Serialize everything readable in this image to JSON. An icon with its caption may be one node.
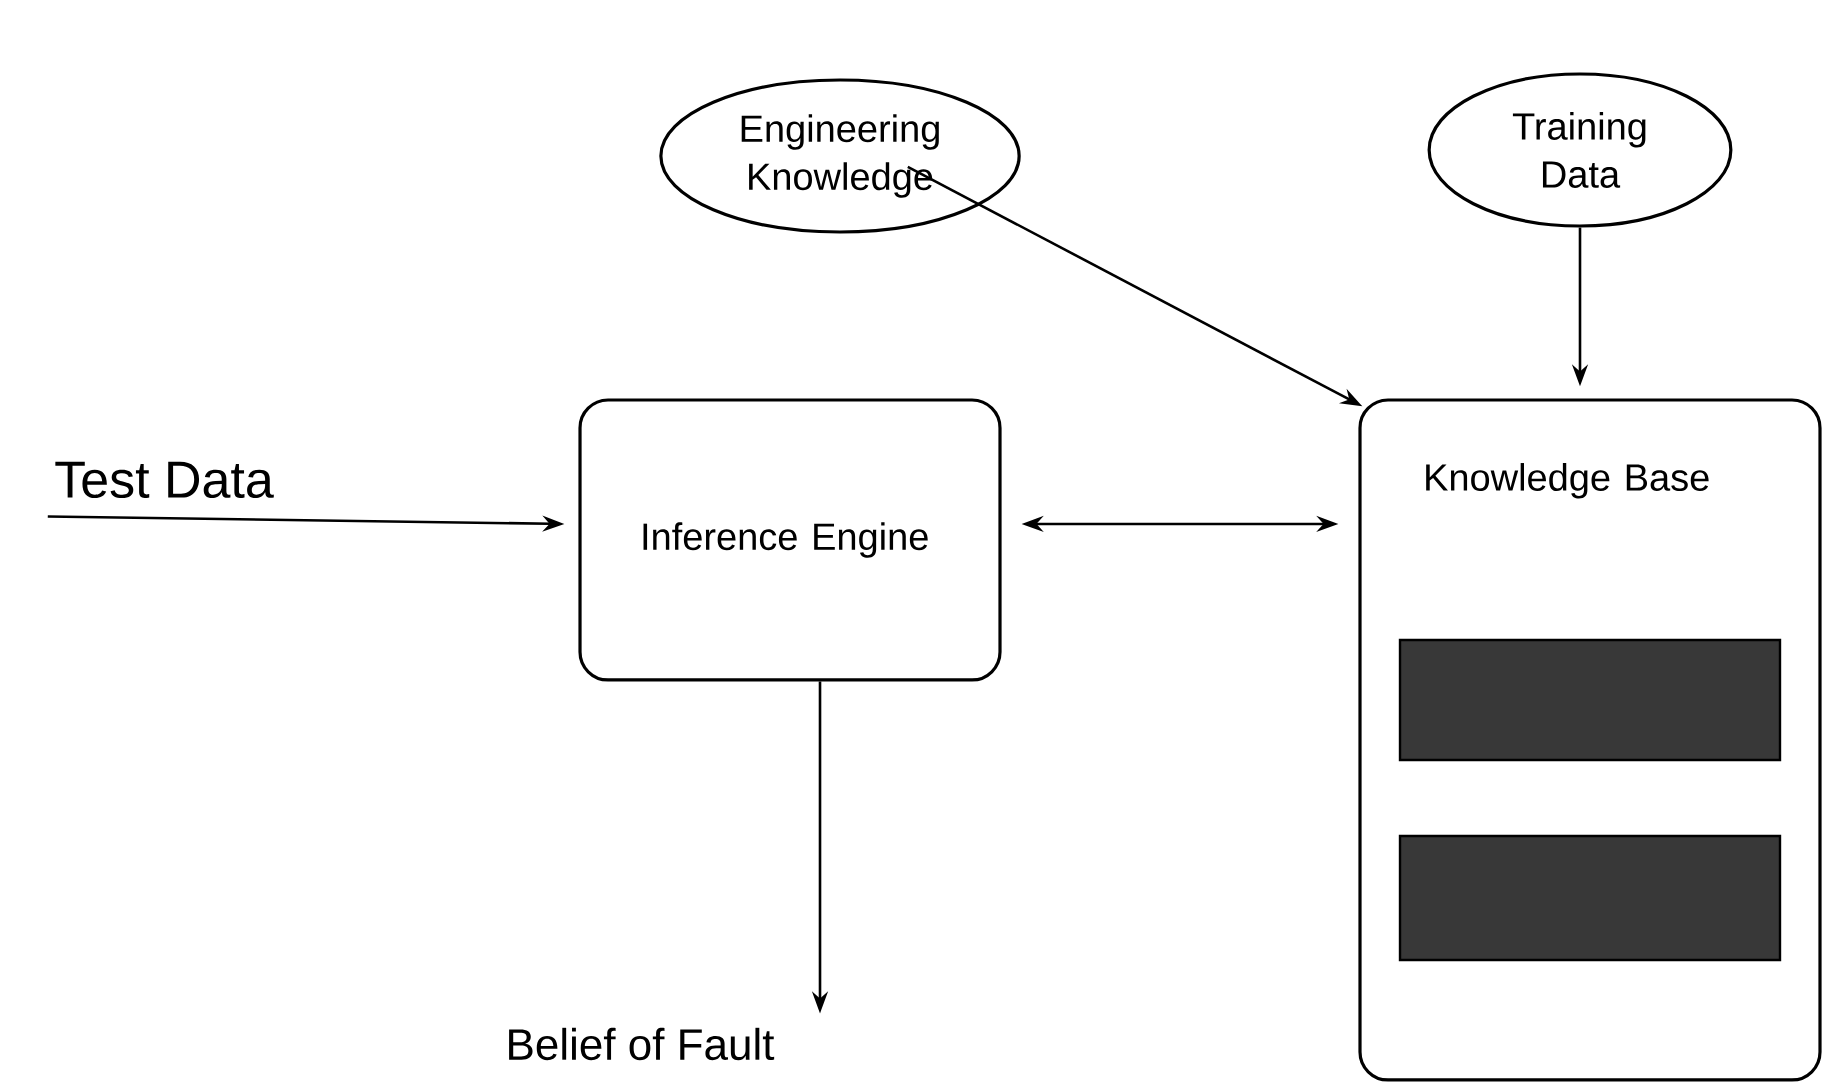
{
  "diagram": {
    "nodes": [
      {
        "text": [
          "Engineering Knowledge"
        ]
      },
      {
        "text": [
          "Training Data"
        ]
      },
      {
        "text": [
          "Test Data"
        ]
      },
      {
        "text": [
          "Inference Engine"
        ]
      },
      {
        "text": [
          "Knowledge Base"
        ]
      },
      {
        "text": [],
        "shape": "box",
        "in": 4
      },
      {
        "text": [],
        "shape": "box",
        "in": 4
      },
      {
        "text": [
          "Belief of Fault"
        ]
      }
    ],
    "edges": [
      {
        "from": 0,
        "to": 4,
        "arrow": "to"
      },
      {
        "from": 1,
        "to": 4,
        "arrow": "to"
      },
      {
        "from": 2,
        "to": 3,
        "arrow": "to"
      },
      {
        "from": 3,
        "to": 4,
        "arrow": "both"
      },
      {
        "from": 3,
        "to": 7,
        "arrow": "to"
      }
    ]
  }
}
